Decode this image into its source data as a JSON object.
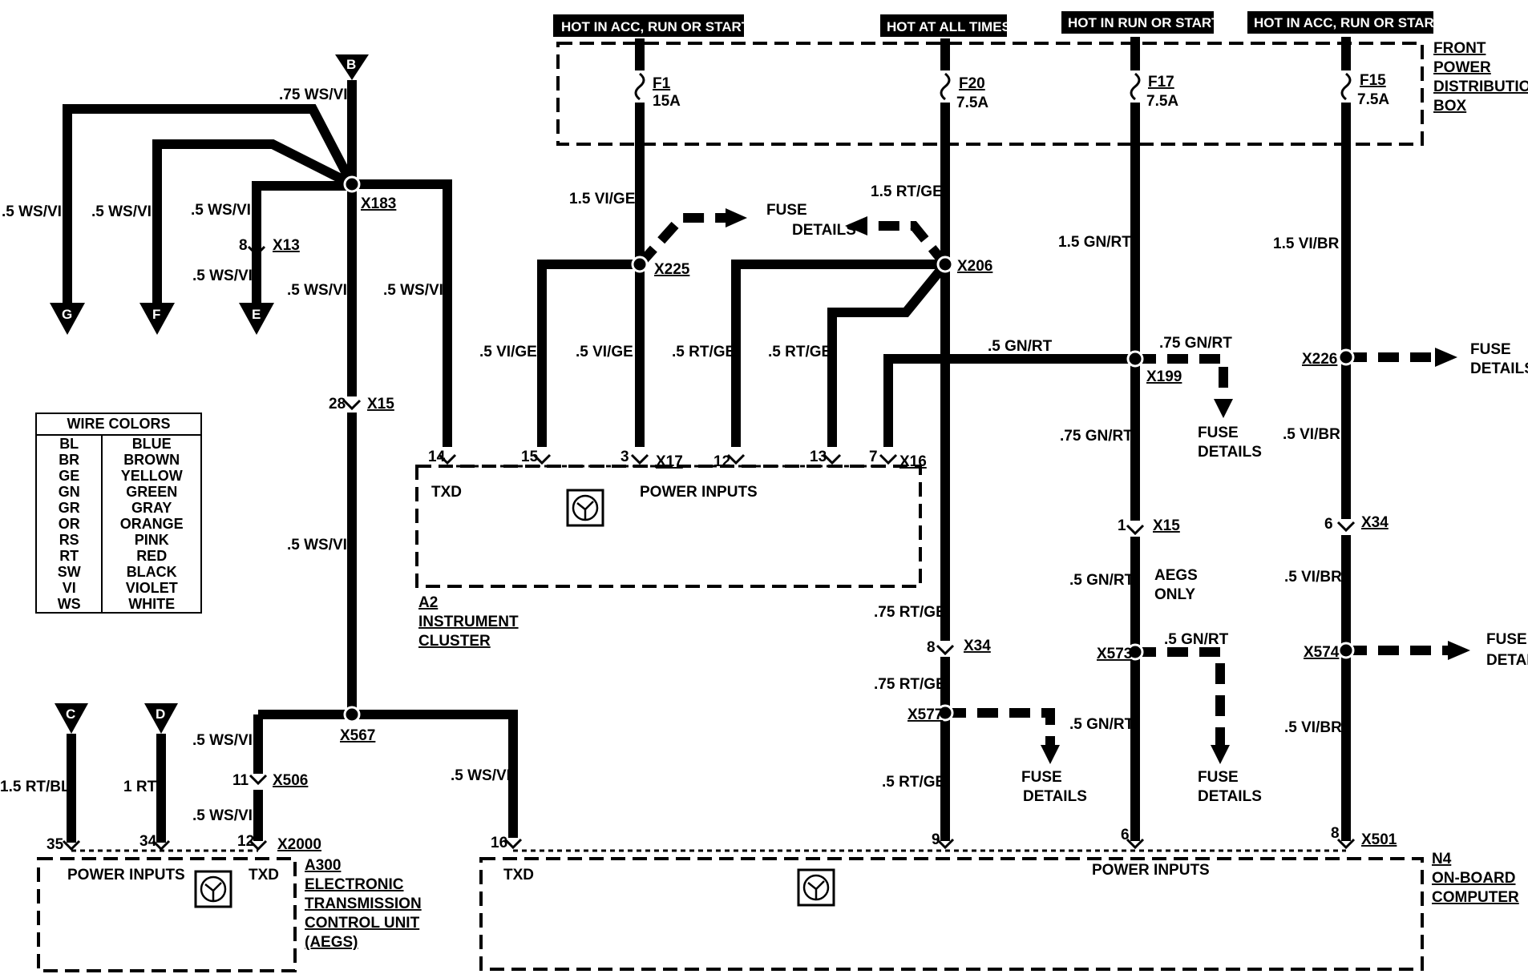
{
  "headers": {
    "f1": "HOT IN ACC, RUN OR START",
    "f20": "HOT AT ALL TIMES",
    "f17": "HOT IN RUN OR START",
    "f15": "HOT IN ACC, RUN OR START"
  },
  "fuse_box": {
    "lines": [
      "FRONT",
      "POWER",
      "DISTRIBUTION",
      "BOX"
    ]
  },
  "fuses": [
    {
      "name": "F1",
      "rating": "15A"
    },
    {
      "name": "F20",
      "rating": "7.5A"
    },
    {
      "name": "F17",
      "rating": "7.5A"
    },
    {
      "name": "F15",
      "rating": "7.5A"
    }
  ],
  "connectors": {
    "B": "B",
    "G": "G",
    "F": "F",
    "E": "E",
    "C": "C",
    "D": "D"
  },
  "wires": {
    "ws_vi_75": ".75 WS/VI",
    "ws_vi_5a": ".5 WS/VI",
    "ws_vi_5b": ".5 WS/VI",
    "ws_vi_5c": ".5 WS/VI",
    "ws_vi_5d": ".5 WS/VI",
    "ws_vi_5e": ".5 WS/VI",
    "ws_vi_5f": ".5 WS/VI",
    "ws_vi_5g": ".5 WS/VI",
    "ws_vi_5h": ".5 WS/VI",
    "ws_vi_5i": ".5 WS/VI",
    "ws_vi_5j": ".5 WS/VI",
    "ws_vi_5k": ".5 WS/VI",
    "vi_ge_15": "1.5 VI/GE",
    "vi_ge_5a": ".5 VI/GE",
    "vi_ge_5b": ".5 VI/GE",
    "rt_ge_15": "1.5 RT/GE",
    "rt_ge_5a": ".5 RT/GE",
    "rt_ge_5b": ".5 RT/GE",
    "rt_ge_75a": ".75 RT/GE",
    "rt_ge_75b": ".75 RT/GE",
    "rt_ge_5c": ".5 RT/GE",
    "gn_rt_15": "1.5 GN/RT",
    "gn_rt_5a": ".5 GN/RT",
    "gn_rt_75a": ".75 GN/RT",
    "gn_rt_75b": ".75 GN/RT",
    "gn_rt_5b": ".5 GN/RT",
    "gn_rt_5c": ".5 GN/RT",
    "gn_rt_5d": ".5 GN/RT",
    "vi_br_15": "1.5 VI/BR",
    "vi_br_5a": ".5 VI/BR",
    "vi_br_5b": ".5 VI/BR",
    "vi_br_5c": ".5 VI/BR",
    "rt_bl_15": "1.5 RT/BL",
    "rt_1": "1 RT"
  },
  "splices": {
    "x183": "X183",
    "x225": "X225",
    "x206": "X206",
    "x199": "X199",
    "x226": "X226",
    "x567": "X567",
    "x577": "X577",
    "x573": "X573",
    "x574": "X574"
  },
  "pins": {
    "x13": {
      "pin": "8",
      "label": "X13"
    },
    "x15a": {
      "pin": "28",
      "label": "X15"
    },
    "x17": {
      "label": "X17"
    },
    "x16": {
      "label": "X16"
    },
    "x15b": {
      "pin": "1",
      "label": "X15"
    },
    "x34a": {
      "pin": "6",
      "label": "X34"
    },
    "x34b": {
      "pin": "8",
      "label": "X34"
    },
    "x506": {
      "pin": "11",
      "label": "X506"
    },
    "x2000": {
      "label": "X2000"
    },
    "x501": {
      "label": "X501"
    }
  },
  "pin_numbers": {
    "a2_14": "14",
    "a2_15": "15",
    "a2_3": "3",
    "a2_12": "12",
    "a2_13": "13",
    "a2_7": "7",
    "a300_35": "35",
    "a300_34": "34",
    "a300_12": "12",
    "n4_16": "16",
    "n4_9": "9",
    "n4_6": "6",
    "n4_8": "8"
  },
  "fuse_details": "FUSE DETAILS",
  "fuse_details_lines": [
    "FUSE",
    "DETAILS"
  ],
  "aegs_only": [
    "AEGS",
    "ONLY"
  ],
  "modules": {
    "a2": {
      "txd": "TXD",
      "power": "POWER INPUTS",
      "lines": [
        "A2",
        "INSTRUMENT",
        "CLUSTER"
      ]
    },
    "a300": {
      "power": "POWER INPUTS",
      "txd": "TXD",
      "lines": [
        "A300",
        "ELECTRONIC",
        "TRANSMISSION",
        "CONTROL UNIT",
        "(AEGS)"
      ]
    },
    "n4": {
      "txd": "TXD",
      "power": "POWER INPUTS",
      "lines": [
        "N4",
        "ON-BOARD",
        "COMPUTER"
      ]
    }
  },
  "legend": {
    "title": "WIRE COLORS",
    "rows": [
      {
        "code": "BL",
        "color": "BLUE"
      },
      {
        "code": "BR",
        "color": "BROWN"
      },
      {
        "code": "GE",
        "color": "YELLOW"
      },
      {
        "code": "GN",
        "color": "GREEN"
      },
      {
        "code": "GR",
        "color": "GRAY"
      },
      {
        "code": "OR",
        "color": "ORANGE"
      },
      {
        "code": "RS",
        "color": "PINK"
      },
      {
        "code": "RT",
        "color": "RED"
      },
      {
        "code": "SW",
        "color": "BLACK"
      },
      {
        "code": "VI",
        "color": "VIOLET"
      },
      {
        "code": "WS",
        "color": "WHITE"
      }
    ]
  }
}
